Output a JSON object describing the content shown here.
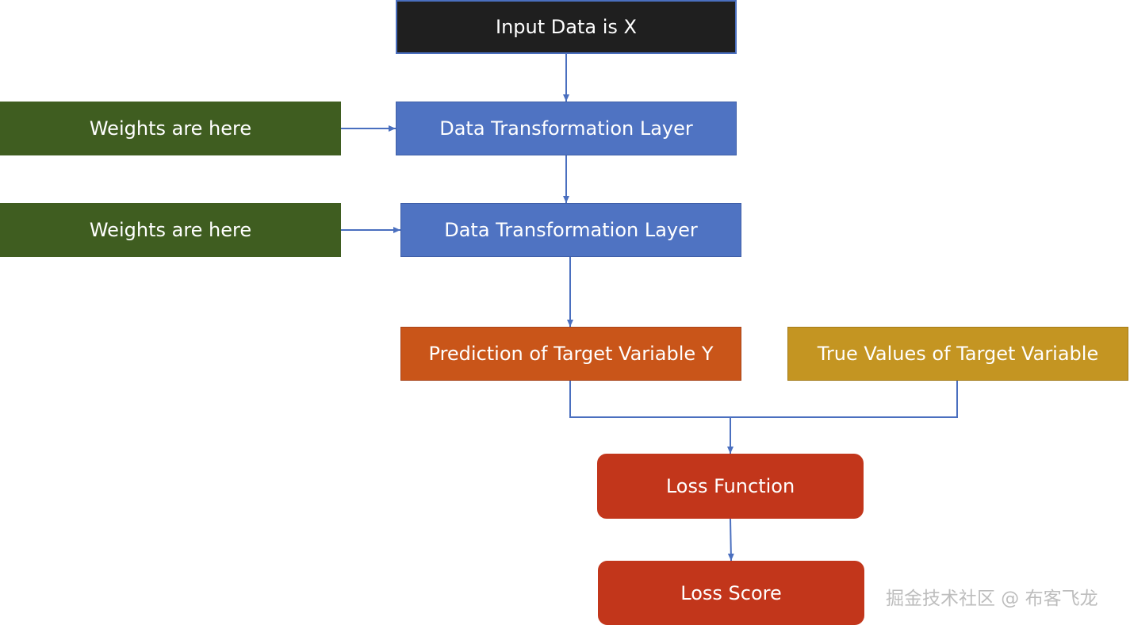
{
  "nodes": {
    "input": "Input Data is X",
    "transform_1": "Data Transformation Layer",
    "transform_2": "Data Transformation Layer",
    "weights_1": "Weights are here",
    "weights_2": "Weights are here",
    "prediction": "Prediction of Target Variable Y",
    "true_values": "True Values of Target Variable",
    "loss_function": "Loss Function",
    "loss_score": "Loss Score"
  },
  "watermark": "掘金技术社区 @ 布客飞龙",
  "colors": {
    "input": "#1f1f1f",
    "transform": "#4f73c2",
    "weights": "#3f5d20",
    "prediction": "#c95519",
    "true_values": "#c49522",
    "loss": "#c2361b",
    "connector": "#4a6fbf"
  }
}
